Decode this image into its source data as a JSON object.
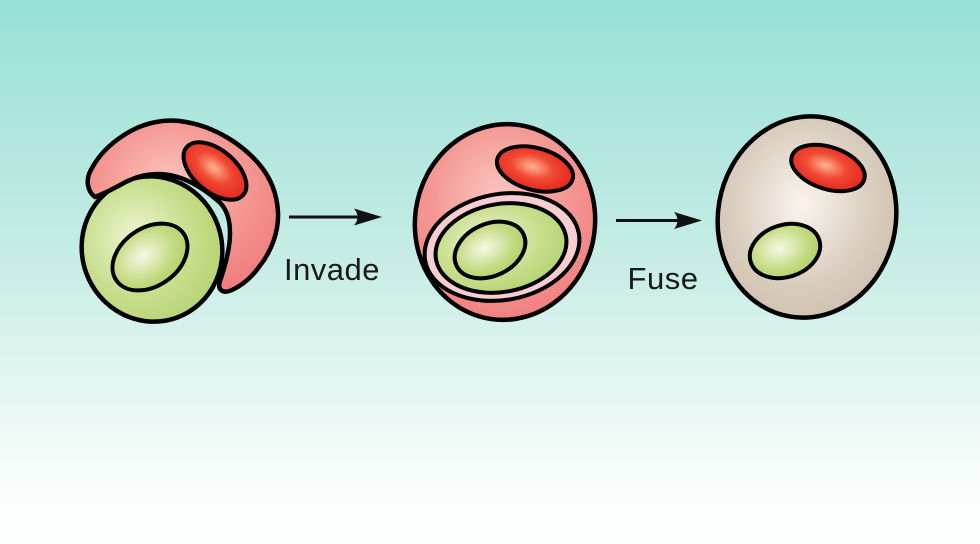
{
  "diagram": {
    "name": "cell-invasion-and-fusion-diagram",
    "steps": {
      "invade": "Invade",
      "fuse": "Fuse"
    },
    "colors": {
      "background_top": "#97e0d6",
      "background_mid": "#c9ede6",
      "background_low": "#f8fdfb",
      "background_bottom": "#fcfffe",
      "red_cell_highlight": "#fbc6bf",
      "red_cell_mid": "#f49792",
      "red_cell_edge": "#ee7174",
      "red_nucleus_highlight": "#ffb391",
      "red_nucleus_mid": "#f04a32",
      "red_nucleus_edge": "#dc1117",
      "green_cell_highlight": "#eef5d6",
      "green_cell_mid": "#c8de8d",
      "green_cell_edge": "#a7cb5d",
      "green_nucleus_highlight": "#f5f8e4",
      "green_nucleus_mid": "#c3da80",
      "green_nucleus_edge": "#a4c958",
      "fused_cell_highlight": "#f9f4ed",
      "fused_cell_mid": "#d9cdbd",
      "fused_cell_edge": "#c4b3a0",
      "vacuole_ring": "#f6ced2",
      "outline": "#000000",
      "arrow": "#111111",
      "label_text": "#1a1a1a"
    }
  }
}
